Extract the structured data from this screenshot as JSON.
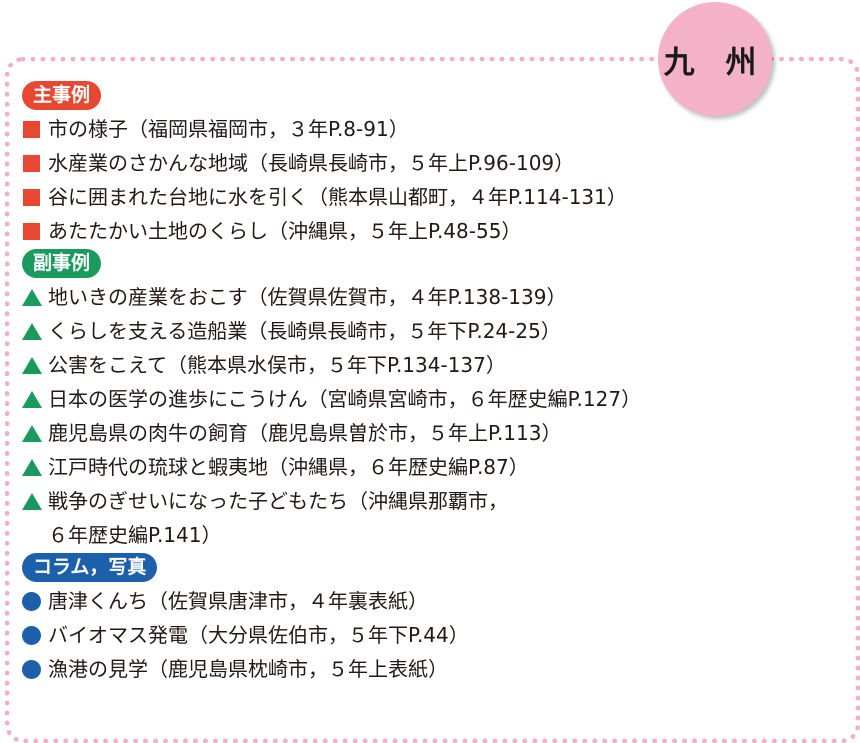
{
  "region": "九 州",
  "colors": {
    "main": "#e84831",
    "sub": "#1b9a5e",
    "column": "#1c5fab",
    "border": "#f2b0c8"
  },
  "sections": [
    {
      "label": "主事例",
      "items": [
        "市の様子（福岡県福岡市，３年P.8-91）",
        "水産業のさかんな地域（長崎県長崎市，５年上P.96-109）",
        "谷に囲まれた台地に水を引く（熊本県山都町，４年P.114-131）",
        "あたたかい土地のくらし（沖縄県，５年上P.48-55）"
      ]
    },
    {
      "label": "副事例",
      "items": [
        "地いきの産業をおこす（佐賀県佐賀市，４年P.138-139）",
        "くらしを支える造船業（長崎県長崎市，５年下P.24-25）",
        "公害をこえて（熊本県水俣市，５年下P.134-137）",
        "日本の医学の進歩にこうけん（宮崎県宮崎市，６年歴史編P.127）",
        "鹿児島県の肉牛の飼育（鹿児島県曽於市，５年上P.113）",
        "江戸時代の琉球と蝦夷地（沖縄県，６年歴史編P.87）",
        "戦争のぎせいになった子どもたち（沖縄県那覇市，"
      ],
      "continuation": "６年歴史編P.141）"
    },
    {
      "label": "コラム，写真",
      "items": [
        "唐津くんち（佐賀県唐津市，４年裏表紙）",
        "バイオマス発電（大分県佐伯市，５年下P.44）",
        "漁港の見学（鹿児島県枕崎市，５年上表紙）"
      ]
    }
  ]
}
